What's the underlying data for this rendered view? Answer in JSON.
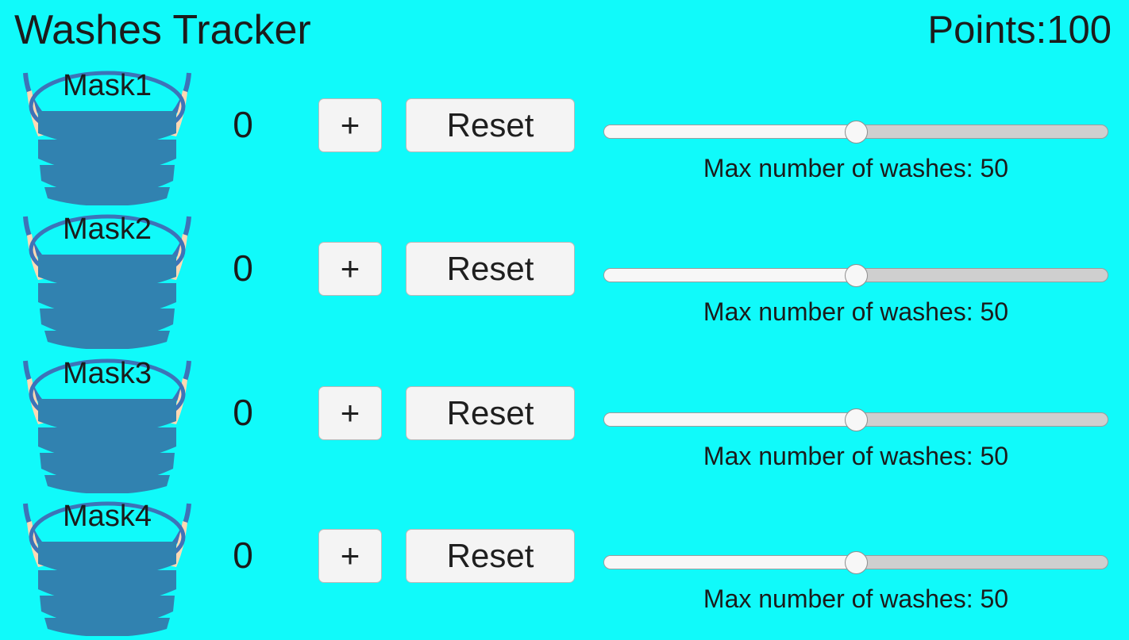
{
  "app": {
    "title": "Washes Tracker",
    "background_color": "#10FAFA",
    "text_color": "#1b1b1b"
  },
  "header": {
    "title": "Washes Tracker",
    "points_label": "Points:",
    "points_value": "100"
  },
  "controls": {
    "increment_label": "+",
    "reset_label": "Reset",
    "slider_caption_prefix": "Max number of washes: ",
    "button_fill_color": "#f4f4f4",
    "slider_fill_color": "#f7f7f7",
    "slider_track_color": "#cfcfcf"
  },
  "mask_icon": {
    "name": "face-mask-icon",
    "body_color": "#3182b0",
    "strap_color": "#3d73b8",
    "ear_color": "#ffd9b3"
  },
  "rows": [
    {
      "mask_label": "Mask1",
      "count": "0",
      "increment_label": "+",
      "reset_label": "Reset",
      "slider_value": 50,
      "slider_min": 0,
      "slider_max": 100,
      "slider_percent": 50,
      "max_washes_caption": "Max number of washes: 50"
    },
    {
      "mask_label": "Mask2",
      "count": "0",
      "increment_label": "+",
      "reset_label": "Reset",
      "slider_value": 50,
      "slider_min": 0,
      "slider_max": 100,
      "slider_percent": 50,
      "max_washes_caption": "Max number of washes: 50"
    },
    {
      "mask_label": "Mask3",
      "count": "0",
      "increment_label": "+",
      "reset_label": "Reset",
      "slider_value": 50,
      "slider_min": 0,
      "slider_max": 100,
      "slider_percent": 50,
      "max_washes_caption": "Max number of washes: 50"
    },
    {
      "mask_label": "Mask4",
      "count": "0",
      "increment_label": "+",
      "reset_label": "Reset",
      "slider_value": 50,
      "slider_min": 0,
      "slider_max": 100,
      "slider_percent": 50,
      "max_washes_caption": "Max number of washes: 50"
    }
  ]
}
